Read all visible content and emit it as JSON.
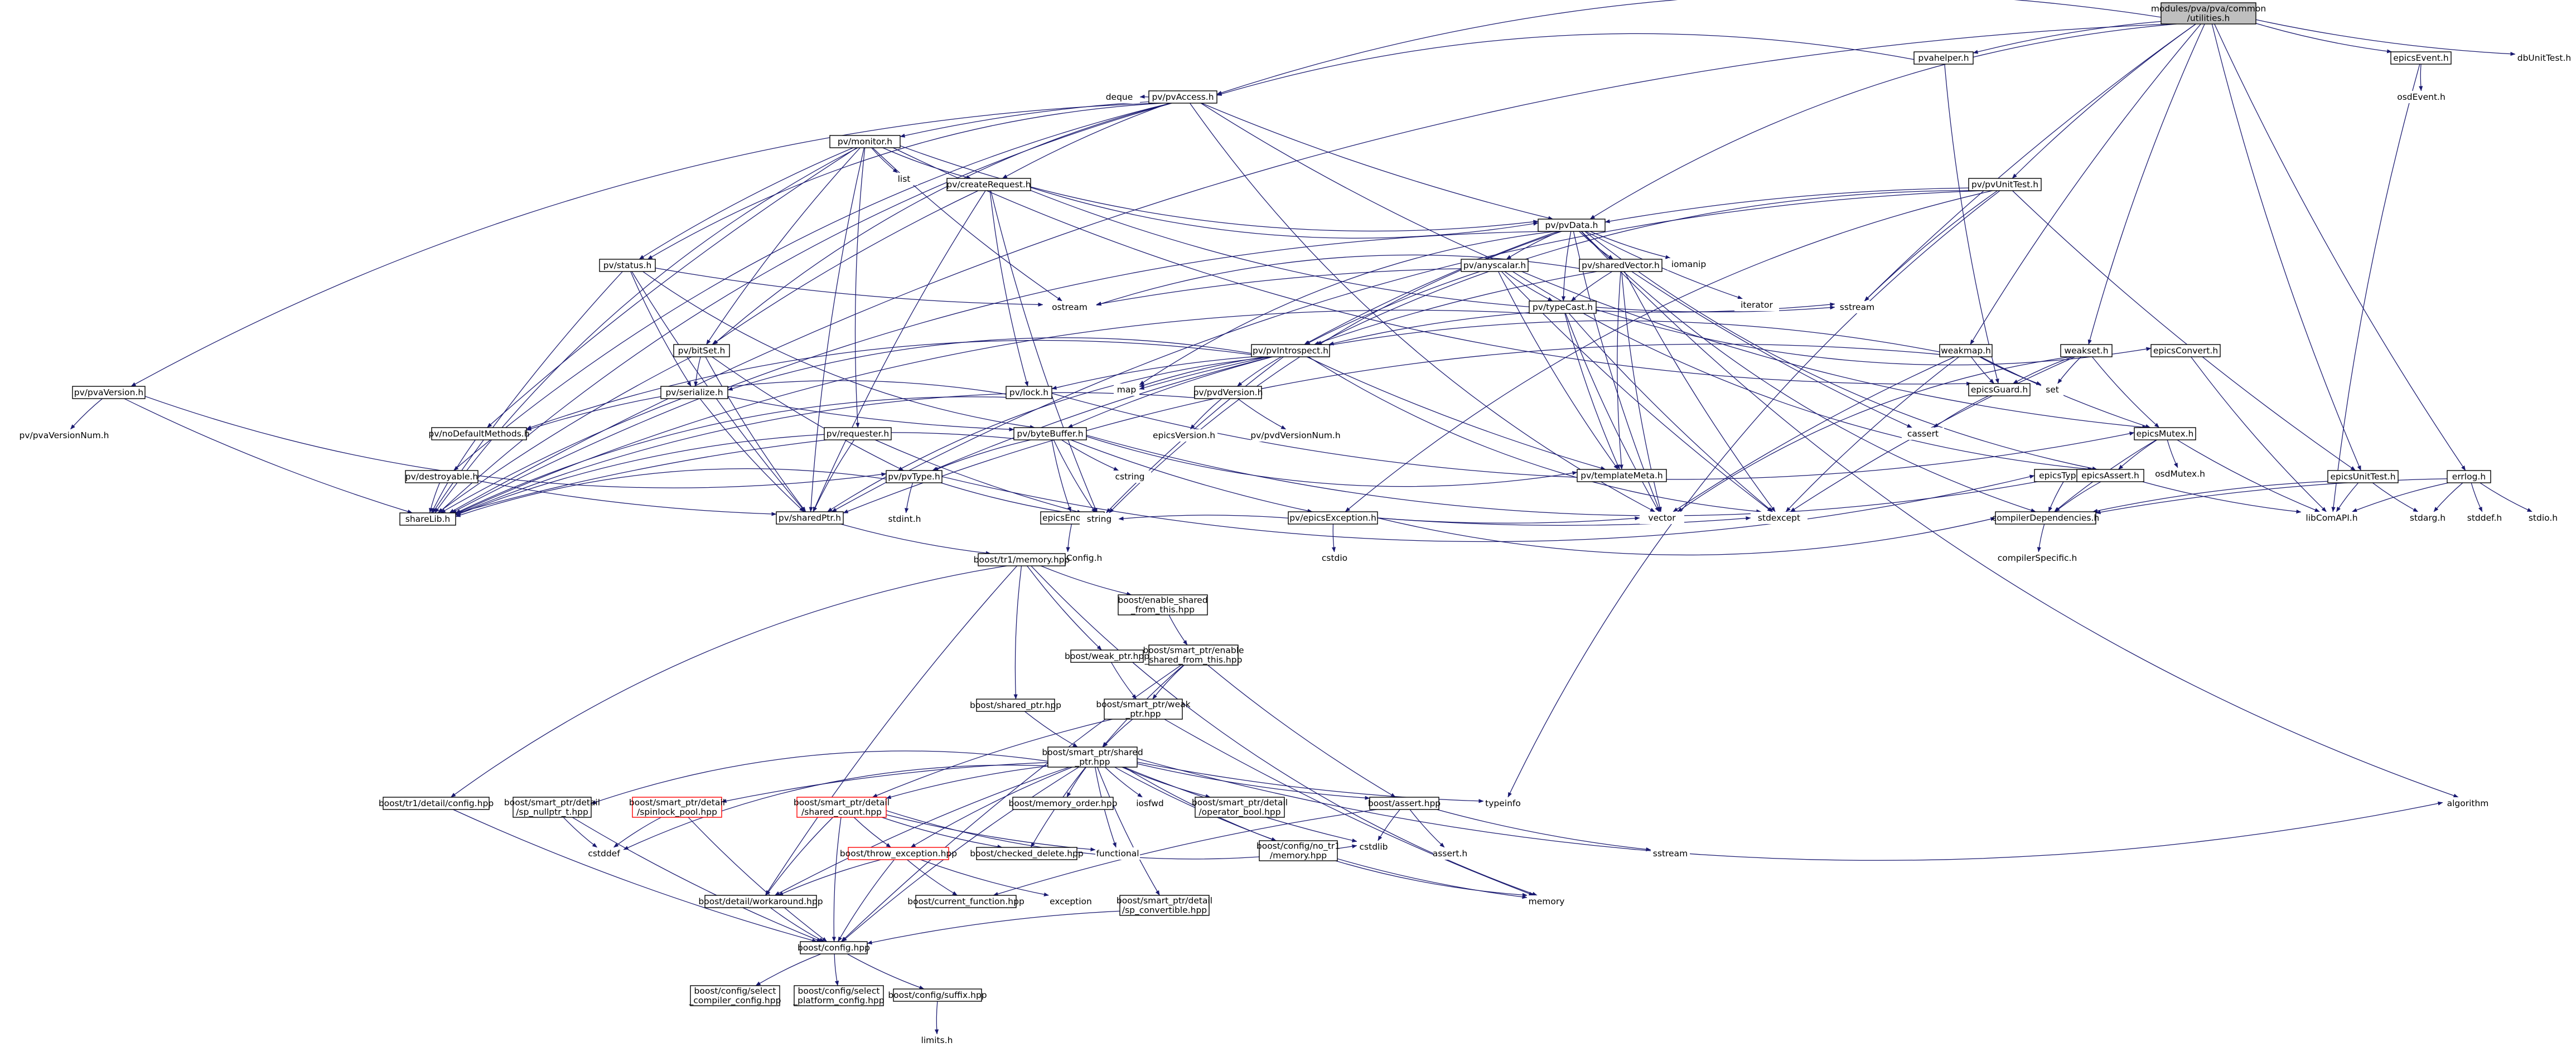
{
  "colors": {
    "edge": "#191970",
    "root_fill": "#bfbfbf",
    "root_border": "#000000",
    "box_border": "#000000",
    "missing_border": "#ff0000",
    "text": "#000000"
  },
  "graph": {
    "nodes": [
      {
        "id": "root",
        "lines": [
          "modules/pva/pva/common",
          "/utilities.h"
        ],
        "style": "root"
      },
      {
        "id": "pvahelper",
        "lines": [
          "pvahelper.h"
        ],
        "style": "box"
      },
      {
        "id": "epicsEvent",
        "lines": [
          "epicsEvent.h"
        ],
        "style": "box"
      },
      {
        "id": "dbUnitTest",
        "lines": [
          "dbUnitTest.h"
        ],
        "style": "plain"
      },
      {
        "id": "osdEvent",
        "lines": [
          "osdEvent.h"
        ],
        "style": "plain"
      },
      {
        "id": "pvAccess",
        "lines": [
          "pv/pvAccess.h"
        ],
        "style": "box"
      },
      {
        "id": "deque",
        "lines": [
          "deque"
        ],
        "style": "plain"
      },
      {
        "id": "monitor",
        "lines": [
          "pv/monitor.h"
        ],
        "style": "box"
      },
      {
        "id": "list",
        "lines": [
          "list"
        ],
        "style": "plain"
      },
      {
        "id": "createRequest",
        "lines": [
          "pv/createRequest.h"
        ],
        "style": "box"
      },
      {
        "id": "pvUnitTest",
        "lines": [
          "pv/pvUnitTest.h"
        ],
        "style": "box"
      },
      {
        "id": "pvData",
        "lines": [
          "pv/pvData.h"
        ],
        "style": "box"
      },
      {
        "id": "iomanip",
        "lines": [
          "iomanip"
        ],
        "style": "plain"
      },
      {
        "id": "iterator",
        "lines": [
          "iterator"
        ],
        "style": "plain"
      },
      {
        "id": "anyscalar",
        "lines": [
          "pv/anyscalar.h"
        ],
        "style": "box"
      },
      {
        "id": "sharedVector",
        "lines": [
          "pv/sharedVector.h"
        ],
        "style": "box"
      },
      {
        "id": "status",
        "lines": [
          "pv/status.h"
        ],
        "style": "box"
      },
      {
        "id": "ostream",
        "lines": [
          "ostream"
        ],
        "style": "plain"
      },
      {
        "id": "typeCast",
        "lines": [
          "pv/typeCast.h"
        ],
        "style": "box"
      },
      {
        "id": "sstream",
        "lines": [
          "sstream"
        ],
        "style": "plain"
      },
      {
        "id": "epicsConvert",
        "lines": [
          "epicsConvert.h"
        ],
        "style": "box"
      },
      {
        "id": "weakmap",
        "lines": [
          "weakmap.h"
        ],
        "style": "box"
      },
      {
        "id": "weakset",
        "lines": [
          "weakset.h"
        ],
        "style": "box"
      },
      {
        "id": "bitSet",
        "lines": [
          "pv/bitSet.h"
        ],
        "style": "box"
      },
      {
        "id": "pvIntrospect",
        "lines": [
          "pv/pvIntrospect.h"
        ],
        "style": "box"
      },
      {
        "id": "map",
        "lines": [
          "map"
        ],
        "style": "plain"
      },
      {
        "id": "epicsGuard",
        "lines": [
          "epicsGuard.h"
        ],
        "style": "box"
      },
      {
        "id": "set",
        "lines": [
          "set"
        ],
        "style": "plain"
      },
      {
        "id": "pvaVersion",
        "lines": [
          "pv/pvaVersion.h"
        ],
        "style": "box"
      },
      {
        "id": "serialize",
        "lines": [
          "pv/serialize.h"
        ],
        "style": "box"
      },
      {
        "id": "lock",
        "lines": [
          "pv/lock.h"
        ],
        "style": "box"
      },
      {
        "id": "pvdVersion",
        "lines": [
          "pv/pvdVersion.h"
        ],
        "style": "box"
      },
      {
        "id": "epicsMutex",
        "lines": [
          "epicsMutex.h"
        ],
        "style": "box"
      },
      {
        "id": "pvaVersionNum",
        "lines": [
          "pv/pvaVersionNum.h"
        ],
        "style": "plain"
      },
      {
        "id": "noDefaultMethods",
        "lines": [
          "pv/noDefaultMethods.h"
        ],
        "style": "box"
      },
      {
        "id": "epicsVersion",
        "lines": [
          "epicsVersion.h"
        ],
        "style": "plain"
      },
      {
        "id": "pvdVersionNum",
        "lines": [
          "pv/pvdVersionNum.h"
        ],
        "style": "plain"
      },
      {
        "id": "cassert",
        "lines": [
          "cassert"
        ],
        "style": "plain"
      },
      {
        "id": "requester",
        "lines": [
          "pv/requester.h"
        ],
        "style": "box"
      },
      {
        "id": "byteBuffer",
        "lines": [
          "pv/byteBuffer.h"
        ],
        "style": "box"
      },
      {
        "id": "osdMutex",
        "lines": [
          "osdMutex.h"
        ],
        "style": "plain"
      },
      {
        "id": "destroyable",
        "lines": [
          "pv/destroyable.h"
        ],
        "style": "box"
      },
      {
        "id": "pvType",
        "lines": [
          "pv/pvType.h"
        ],
        "style": "box"
      },
      {
        "id": "cstring",
        "lines": [
          "cstring"
        ],
        "style": "plain"
      },
      {
        "id": "templateMeta",
        "lines": [
          "pv/templateMeta.h"
        ],
        "style": "box"
      },
      {
        "id": "epicsTypes",
        "lines": [
          "epicsTypes.h"
        ],
        "style": "box"
      },
      {
        "id": "epicsAssert",
        "lines": [
          "epicsAssert.h"
        ],
        "style": "box"
      },
      {
        "id": "epicsUnitTest",
        "lines": [
          "epicsUnitTest.h"
        ],
        "style": "box"
      },
      {
        "id": "errlog",
        "lines": [
          "errlog.h"
        ],
        "style": "box"
      },
      {
        "id": "epicsEndian",
        "lines": [
          "epicsEndian.h"
        ],
        "style": "box"
      },
      {
        "id": "epicsException",
        "lines": [
          "pv/epicsException.h"
        ],
        "style": "box"
      },
      {
        "id": "shareLib",
        "lines": [
          "shareLib.h"
        ],
        "style": "box"
      },
      {
        "id": "stdint",
        "lines": [
          "stdint.h"
        ],
        "style": "plain"
      },
      {
        "id": "string",
        "lines": [
          "string"
        ],
        "style": "plain"
      },
      {
        "id": "sharedPtr",
        "lines": [
          "pv/sharedPtr.h"
        ],
        "style": "box"
      },
      {
        "id": "osdWireConfig",
        "lines": [
          "osdWireConfig.h"
        ],
        "style": "plain"
      },
      {
        "id": "cstdio",
        "lines": [
          "cstdio"
        ],
        "style": "plain"
      },
      {
        "id": "vector",
        "lines": [
          "vector"
        ],
        "style": "plain"
      },
      {
        "id": "stdexcept",
        "lines": [
          "stdexcept"
        ],
        "style": "plain"
      },
      {
        "id": "compilerDependencies",
        "lines": [
          "compilerDependencies.h"
        ],
        "style": "box"
      },
      {
        "id": "libComAPI",
        "lines": [
          "libComAPI.h"
        ],
        "style": "plain"
      },
      {
        "id": "stdarg",
        "lines": [
          "stdarg.h"
        ],
        "style": "plain"
      },
      {
        "id": "stddef",
        "lines": [
          "stddef.h"
        ],
        "style": "plain"
      },
      {
        "id": "stdio",
        "lines": [
          "stdio.h"
        ],
        "style": "plain"
      },
      {
        "id": "compilerSpecific",
        "lines": [
          "compilerSpecific.h"
        ],
        "style": "plain"
      },
      {
        "id": "tr1memory",
        "lines": [
          "boost/tr1/memory.hpp"
        ],
        "style": "box"
      },
      {
        "id": "enable_shared",
        "lines": [
          "boost/enable_shared",
          "_from_this.hpp"
        ],
        "style": "box"
      },
      {
        "id": "sp_enable_shared",
        "lines": [
          "boost/smart_ptr/enable",
          "_shared_from_this.hpp"
        ],
        "style": "box"
      },
      {
        "id": "weak_ptr",
        "lines": [
          "boost/weak_ptr.hpp"
        ],
        "style": "box"
      },
      {
        "id": "shared_ptr",
        "lines": [
          "boost/shared_ptr.hpp"
        ],
        "style": "box"
      },
      {
        "id": "sp_weak_ptr",
        "lines": [
          "boost/smart_ptr/weak",
          "_ptr.hpp"
        ],
        "style": "box"
      },
      {
        "id": "sp_shared_ptr",
        "lines": [
          "boost/smart_ptr/shared",
          "_ptr.hpp"
        ],
        "style": "box"
      },
      {
        "id": "tr1_config",
        "lines": [
          "boost/tr1/detail/config.hpp"
        ],
        "style": "box"
      },
      {
        "id": "sp_nullptr",
        "lines": [
          "boost/smart_ptr/detail",
          "/sp_nullptr_t.hpp"
        ],
        "style": "box"
      },
      {
        "id": "spinlock_pool",
        "lines": [
          "boost/smart_ptr/detail",
          "/spinlock_pool.hpp"
        ],
        "style": "missing"
      },
      {
        "id": "shared_count",
        "lines": [
          "boost/smart_ptr/detail",
          "/shared_count.hpp"
        ],
        "style": "missing"
      },
      {
        "id": "memory_order",
        "lines": [
          "boost/memory_order.hpp"
        ],
        "style": "box"
      },
      {
        "id": "iosfwd",
        "lines": [
          "iosfwd"
        ],
        "style": "plain"
      },
      {
        "id": "operator_bool",
        "lines": [
          "boost/smart_ptr/detail",
          "/operator_bool.hpp"
        ],
        "style": "box"
      },
      {
        "id": "boost_assert",
        "lines": [
          "boost/assert.hpp"
        ],
        "style": "box"
      },
      {
        "id": "typeinfo",
        "lines": [
          "typeinfo"
        ],
        "style": "plain"
      },
      {
        "id": "algorithm",
        "lines": [
          "algorithm"
        ],
        "style": "plain"
      },
      {
        "id": "cstddef",
        "lines": [
          "cstddef"
        ],
        "style": "plain"
      },
      {
        "id": "throw_exception",
        "lines": [
          "boost/throw_exception.hpp"
        ],
        "style": "missing"
      },
      {
        "id": "checked_delete",
        "lines": [
          "boost/checked_delete.hpp"
        ],
        "style": "box"
      },
      {
        "id": "functional",
        "lines": [
          "functional"
        ],
        "style": "plain"
      },
      {
        "id": "no_tr1_memory",
        "lines": [
          "boost/config/no_tr1",
          "/memory.hpp"
        ],
        "style": "box"
      },
      {
        "id": "cstdlib",
        "lines": [
          "cstdlib"
        ],
        "style": "plain"
      },
      {
        "id": "assert_h",
        "lines": [
          "assert.h"
        ],
        "style": "plain"
      },
      {
        "id": "sstream2",
        "lines": [
          "sstream"
        ],
        "style": "plain"
      },
      {
        "id": "workaround",
        "lines": [
          "boost/detail/workaround.hpp"
        ],
        "style": "box"
      },
      {
        "id": "current_function",
        "lines": [
          "boost/current_function.hpp"
        ],
        "style": "box"
      },
      {
        "id": "exception",
        "lines": [
          "exception"
        ],
        "style": "plain"
      },
      {
        "id": "sp_convertible",
        "lines": [
          "boost/smart_ptr/detail",
          "/sp_convertible.hpp"
        ],
        "style": "box"
      },
      {
        "id": "memory",
        "lines": [
          "memory"
        ],
        "style": "plain"
      },
      {
        "id": "boost_config",
        "lines": [
          "boost/config.hpp"
        ],
        "style": "box"
      },
      {
        "id": "select_compiler",
        "lines": [
          "boost/config/select",
          "_compiler_config.hpp"
        ],
        "style": "box"
      },
      {
        "id": "select_platform",
        "lines": [
          "boost/config/select",
          "_platform_config.hpp"
        ],
        "style": "box"
      },
      {
        "id": "suffix",
        "lines": [
          "boost/config/suffix.hpp"
        ],
        "style": "box"
      },
      {
        "id": "limits",
        "lines": [
          "limits.h"
        ],
        "style": "plain"
      }
    ]
  }
}
